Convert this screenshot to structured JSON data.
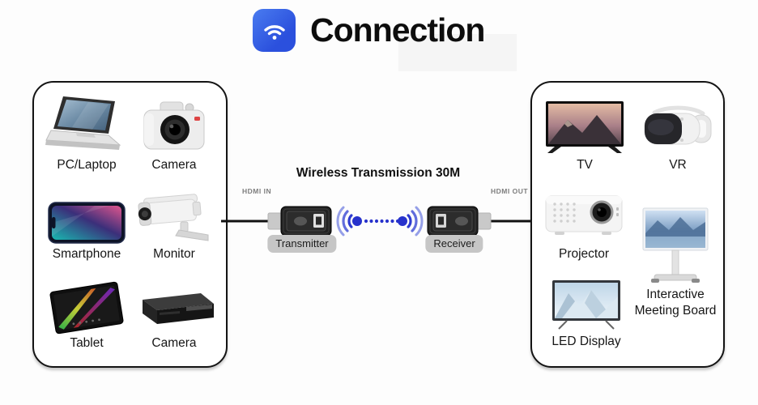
{
  "header": {
    "title": "Connection",
    "icon": "wifi-icon"
  },
  "middle": {
    "title": "Wireless Transmission 30M",
    "hdmi_in_label": "HDMI IN",
    "hdmi_out_label": "HDMI OUT",
    "transmitter_label": "Transmitter",
    "receiver_label": "Receiver"
  },
  "left_box": {
    "items": [
      {
        "label": "PC/Laptop",
        "icon": "laptop-icon"
      },
      {
        "label": "Camera",
        "icon": "camera-icon"
      },
      {
        "label": "Smartphone",
        "icon": "smartphone-icon"
      },
      {
        "label": "Monitor",
        "icon": "cctv-camera-icon"
      },
      {
        "label": "Tablet",
        "icon": "tablet-icon"
      },
      {
        "label": "Camera",
        "icon": "video-deck-icon"
      }
    ]
  },
  "right_box": {
    "items": [
      {
        "label": "TV",
        "icon": "tv-icon"
      },
      {
        "label": "VR",
        "icon": "vr-headset-icon"
      },
      {
        "label": "Projector",
        "icon": "projector-icon"
      },
      {
        "label": "Interactive Meeting Board",
        "icon": "meeting-board-icon"
      },
      {
        "label": "LED Display",
        "icon": "led-display-icon"
      }
    ]
  },
  "colors": {
    "accent_blue": "#2732cc",
    "icon_blue_top": "#4a7cf0",
    "icon_blue_bottom": "#2b50dd",
    "pill_bg": "#c6c6c6",
    "box_border": "#141414",
    "title_text": "#0d0d0d",
    "hdmi_text": "#7d7d7d"
  }
}
